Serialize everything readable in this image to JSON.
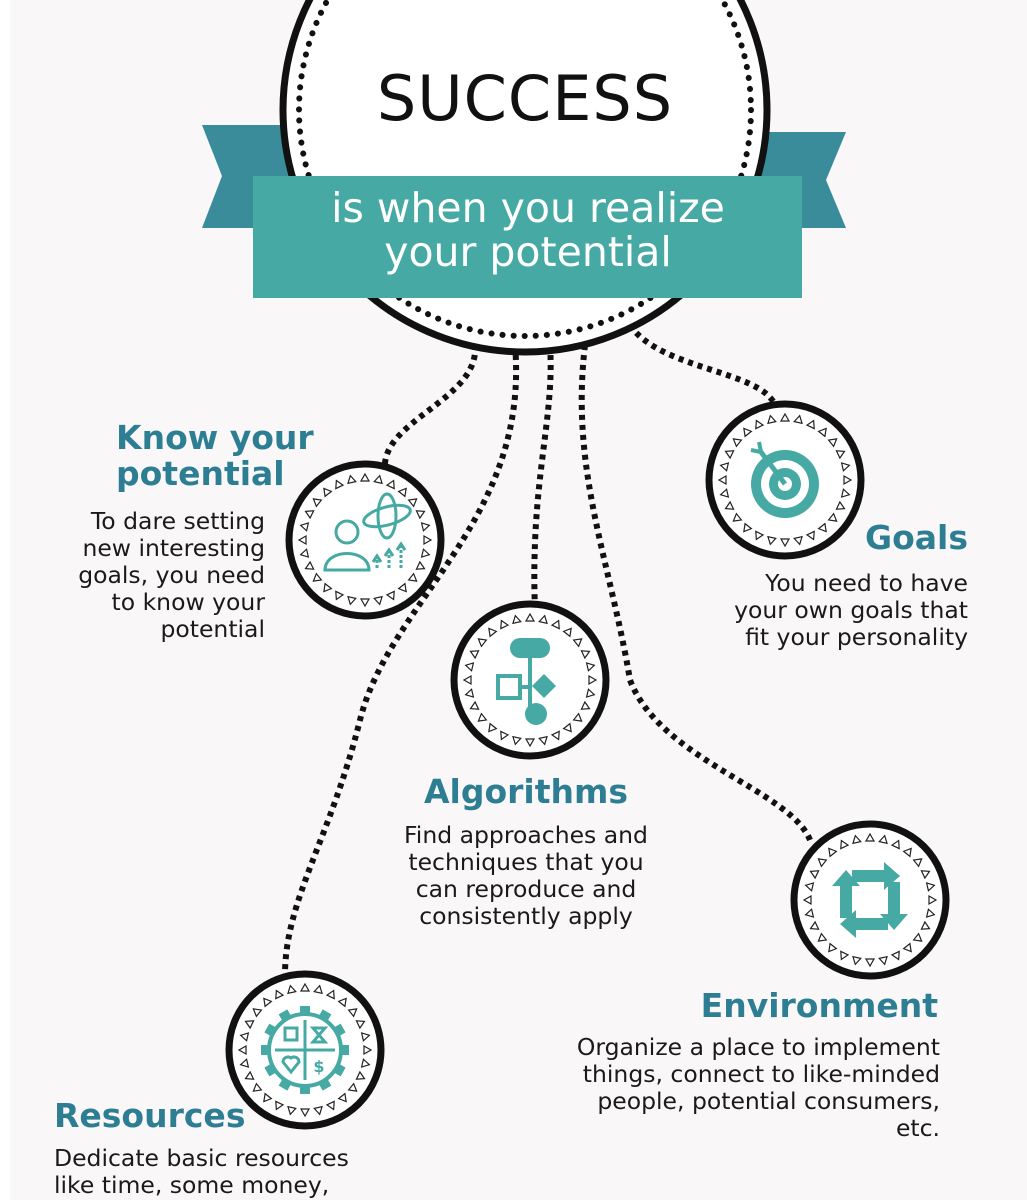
{
  "header": {
    "title": "SUCCESS",
    "subtitle_line1": "is when you realize",
    "subtitle_line2": "your potential"
  },
  "colors": {
    "teal": "#46a9a3",
    "teal_dark": "#3a8c9a",
    "heading": "#2e7e93",
    "ink": "#111111"
  },
  "nodes": [
    {
      "id": "know",
      "icon": "person-growth-icon",
      "heading_line1": "Know your",
      "heading_line2": "potential",
      "desc_lines": [
        "To dare setting",
        "new interesting",
        "goals, you need",
        "to know your",
        "potential"
      ]
    },
    {
      "id": "goals",
      "icon": "target-icon",
      "heading_line1": "Goals",
      "desc_lines": [
        "You need to have",
        "your own goals that",
        "fit your personality"
      ]
    },
    {
      "id": "algorithms",
      "icon": "flowchart-icon",
      "heading_line1": "Algorithms",
      "desc_lines": [
        "Find approaches and",
        "techniques that you",
        "can reproduce and",
        "consistently apply"
      ]
    },
    {
      "id": "environment",
      "icon": "recycle-arrows-icon",
      "heading_line1": "Environment",
      "desc_lines": [
        "Organize a place to implement",
        "things, connect to like-minded",
        "people, potential consumers,",
        "etc."
      ]
    },
    {
      "id": "resources",
      "icon": "gear-resources-icon",
      "heading_line1": "Resources",
      "desc_lines": [
        "Dedicate basic resources",
        "like time, some money,"
      ]
    }
  ]
}
